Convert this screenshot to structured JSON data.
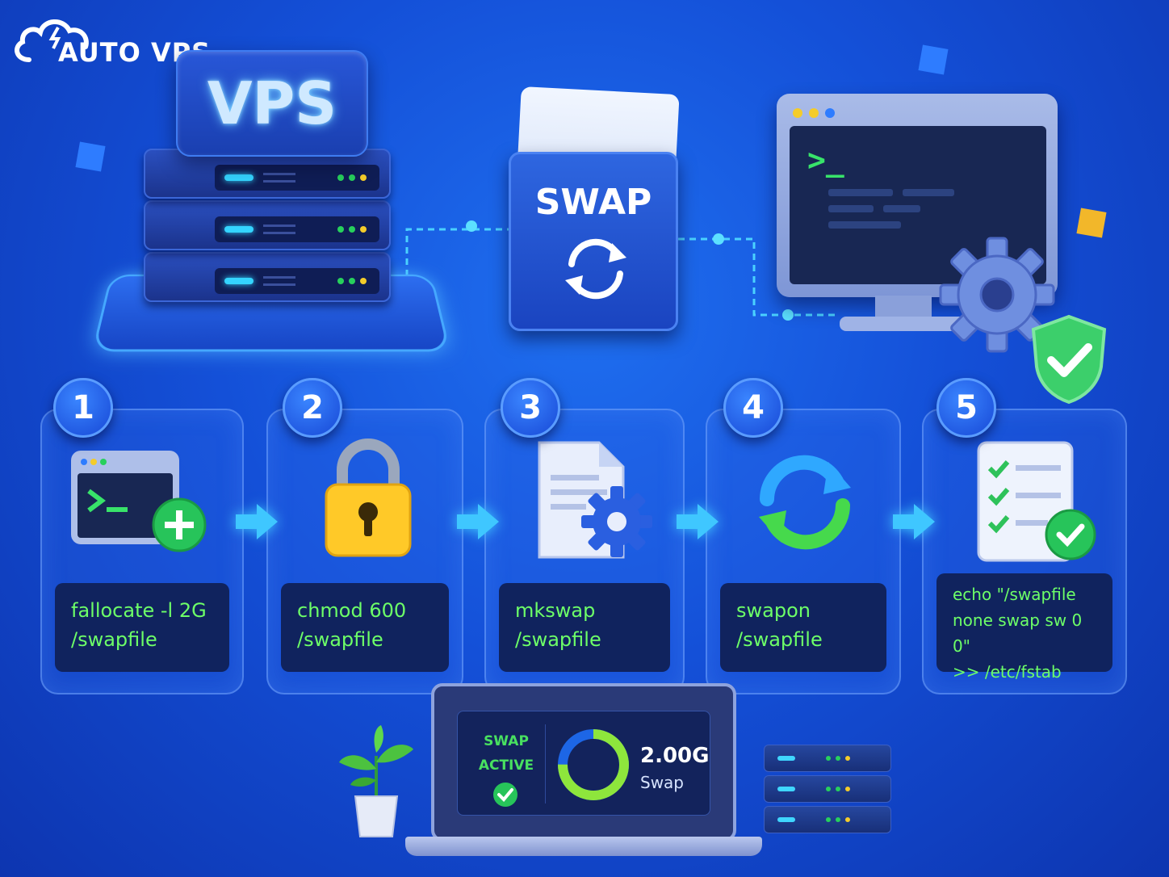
{
  "brand": {
    "logo_text": "AUTO VPS"
  },
  "hero": {
    "server_badge": "VPS",
    "swap_label": "SWAP"
  },
  "steps": [
    {
      "number": "1",
      "command": "fallocate -l 2G\n/swapfile",
      "icon": "terminal-add-icon"
    },
    {
      "number": "2",
      "command": "chmod 600\n/swapfile",
      "icon": "padlock-icon"
    },
    {
      "number": "3",
      "command": "mkswap\n/swapfile",
      "icon": "file-gear-icon"
    },
    {
      "number": "4",
      "command": "swapon\n/swapfile",
      "icon": "refresh-arrows-icon"
    },
    {
      "number": "5",
      "command": "echo \"/swapfile\nnone swap sw 0 0\"\n>> /etc/fstab",
      "icon": "checklist-icon"
    }
  ],
  "status": {
    "line1": "SWAP",
    "line2": "ACTIVE",
    "size": "2.00G",
    "size_label": "Swap",
    "ring_fill": 0.75
  },
  "colors": {
    "accent_green": "#6dff68",
    "accent_cyan": "#3fc7ff",
    "background": "#1450d8"
  }
}
